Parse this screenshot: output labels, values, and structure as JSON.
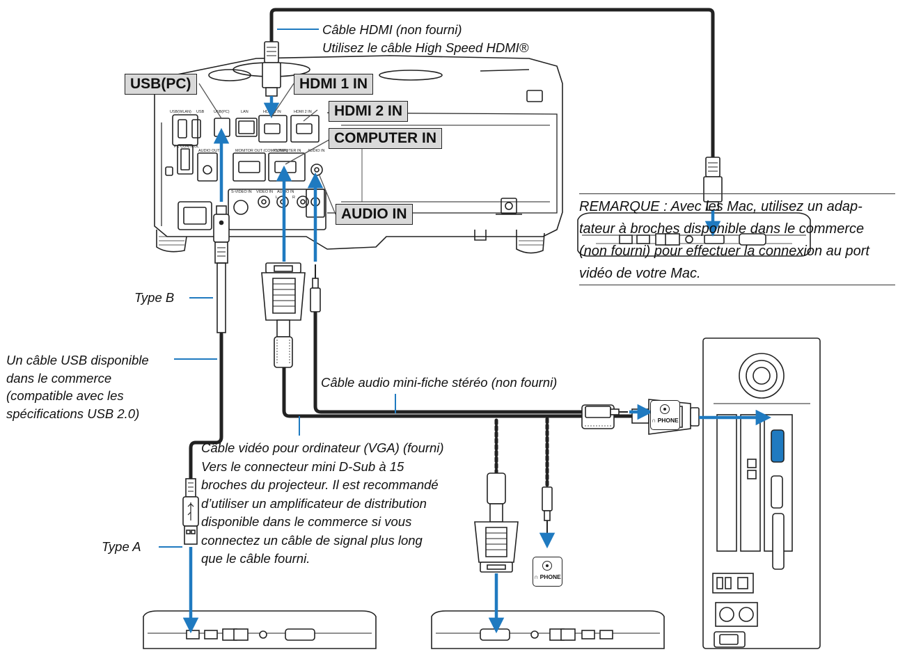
{
  "colors": {
    "arrow": "#1f7ac0",
    "cable": "#222222",
    "label_box": "#d9d9d9"
  },
  "port_labels": {
    "usb_pc": "USB(PC)",
    "hdmi1": "HDMI 1 IN",
    "hdmi2": "HDMI 2 IN",
    "computer_in": "COMPUTER IN",
    "audio_in": "AUDIO IN"
  },
  "captions": {
    "hdmi_cable": [
      "Câble HDMI (non fourni)",
      "Utilisez le câble High Speed HDMI®"
    ],
    "type_b": "Type B",
    "type_a": "Type A",
    "usb_cable": [
      "Un câble USB disponible",
      "dans le commerce",
      "(compatible avec les",
      "spécifications USB 2.0)"
    ],
    "audio_cable": "Câble audio mini-fiche stéréo (non fourni)",
    "vga_cable": [
      "Câble vidéo pour ordinateur (VGA) (fourni)",
      "Vers le connecteur mini D-Sub à 15",
      "broches du projecteur. Il est recommandé",
      "d’utiliser un amplificateur de distribution",
      "disponible dans le commerce si vous",
      "connectez un câble de signal plus long",
      "que le câble fourni."
    ]
  },
  "note": [
    "REMARQUE : Avec les Mac, utilisez un adap-",
    "tateur à broches disponible dans le commerce",
    "(non fourni) pour effectuer la connexion au port",
    "vidéo de votre Mac."
  ],
  "phone_label": "PHONE",
  "projector_port_labels": [
    "USB(WLAN)",
    "USB",
    "USB(PC)",
    "LAN",
    "HDMI 1 IN",
    "HDMI 2 IN",
    "PC CONTROL",
    "AUDIO OUT",
    "MONITOR OUT (COMPUTER)",
    "COMPUTER IN",
    "AUDIO IN",
    "S-VIDEO IN",
    "VIDEO IN",
    "AUDIO IN",
    "L",
    "R"
  ]
}
